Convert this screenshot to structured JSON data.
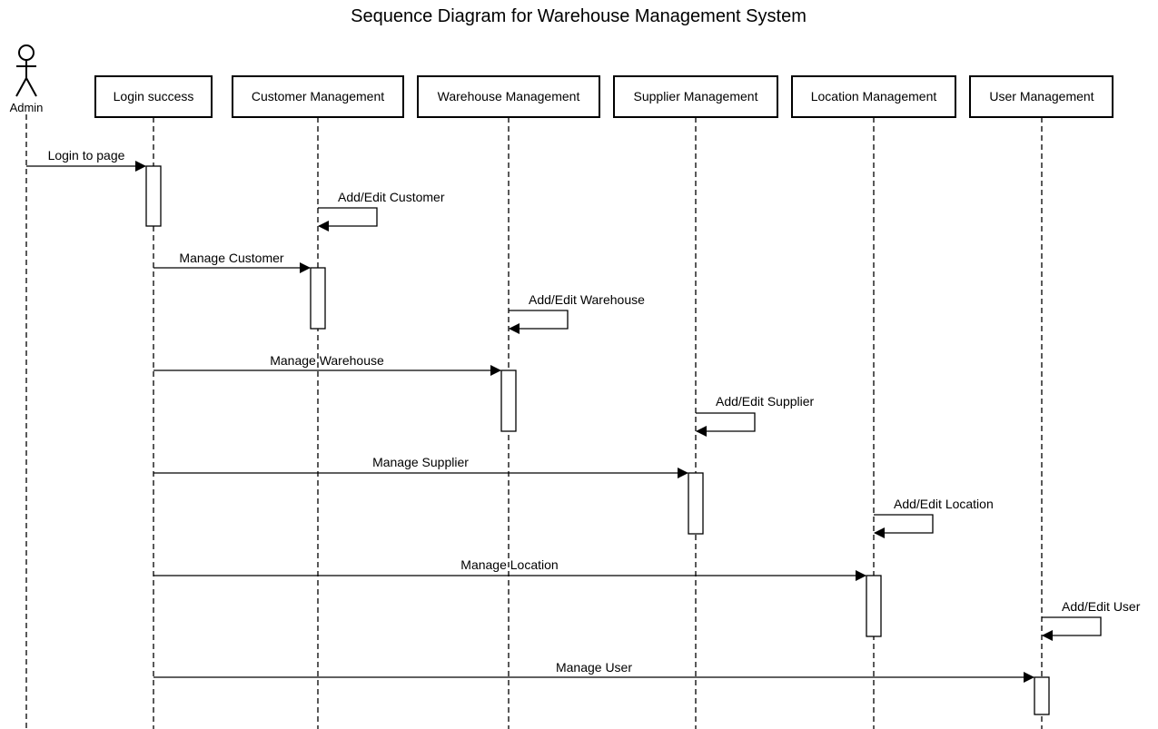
{
  "title": "Sequence Diagram for Warehouse Management System",
  "actor": {
    "name": "Admin",
    "icon": "stick-figure-actor"
  },
  "participants": [
    {
      "id": "login",
      "label": "Login success"
    },
    {
      "id": "customer",
      "label": "Customer Management"
    },
    {
      "id": "warehouse",
      "label": "Warehouse Management"
    },
    {
      "id": "supplier",
      "label": "Supplier Management"
    },
    {
      "id": "location",
      "label": "Location Management"
    },
    {
      "id": "user",
      "label": "User Management"
    }
  ],
  "messages": [
    {
      "from": "actor",
      "to": "login",
      "label": "Login to page",
      "kind": "call"
    },
    {
      "from": "customer",
      "to": "customer",
      "label": "Add/Edit Customer",
      "kind": "self"
    },
    {
      "from": "login",
      "to": "customer",
      "label": "Manage Customer",
      "kind": "call"
    },
    {
      "from": "warehouse",
      "to": "warehouse",
      "label": "Add/Edit Warehouse",
      "kind": "self"
    },
    {
      "from": "login",
      "to": "warehouse",
      "label": "Manage Warehouse",
      "kind": "call"
    },
    {
      "from": "supplier",
      "to": "supplier",
      "label": "Add/Edit Supplier",
      "kind": "self"
    },
    {
      "from": "login",
      "to": "supplier",
      "label": "Manage Supplier",
      "kind": "call"
    },
    {
      "from": "location",
      "to": "location",
      "label": "Add/Edit Location",
      "kind": "self"
    },
    {
      "from": "login",
      "to": "location",
      "label": "Manage Location",
      "kind": "call"
    },
    {
      "from": "user",
      "to": "user",
      "label": "Add/Edit User",
      "kind": "self"
    },
    {
      "from": "login",
      "to": "user",
      "label": "Manage User",
      "kind": "call"
    }
  ],
  "colors": {
    "stroke": "#000000",
    "background": "#ffffff"
  }
}
